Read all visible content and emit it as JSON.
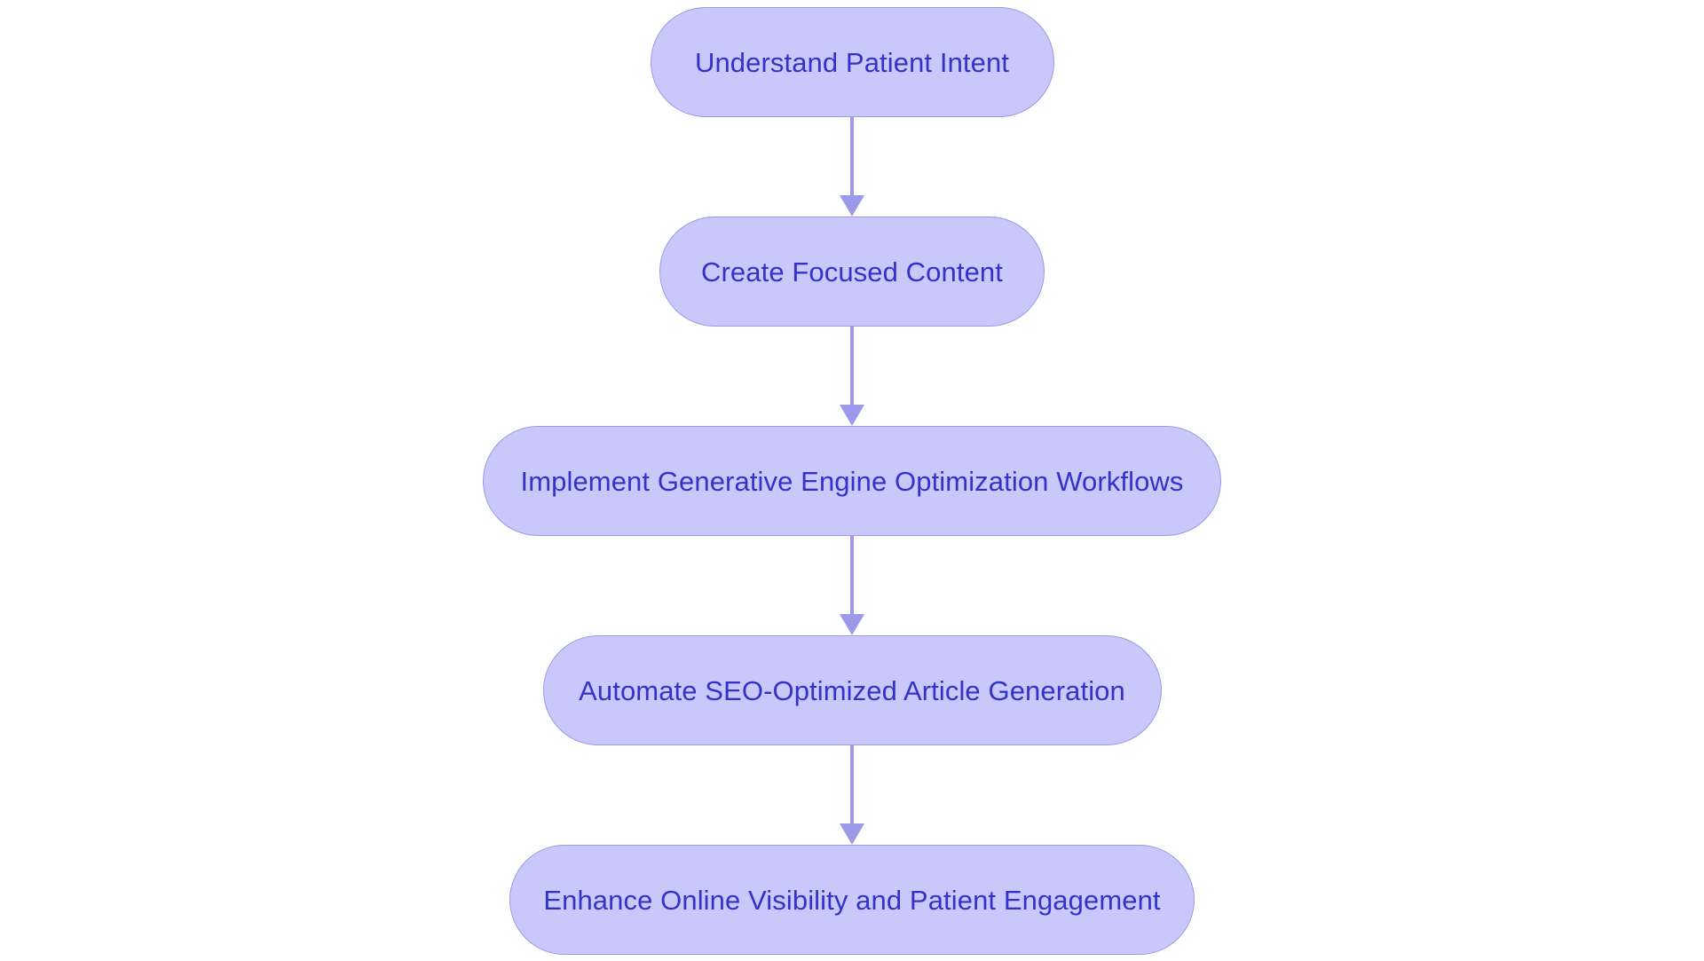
{
  "diagram": {
    "type": "flowchart",
    "orientation": "vertical",
    "background_color": "#ffffff",
    "node_fill_color": "#c8c8fa",
    "node_border_color": "#9a9ae8",
    "node_text_color": "#3333cc",
    "connector_color": "#9a9ae8",
    "nodes": [
      {
        "id": "n1",
        "label": "Understand Patient Intent"
      },
      {
        "id": "n2",
        "label": "Create Focused Content"
      },
      {
        "id": "n3",
        "label": "Implement Generative Engine Optimization Workflows"
      },
      {
        "id": "n4",
        "label": "Automate SEO-Optimized Article Generation"
      },
      {
        "id": "n5",
        "label": "Enhance Online Visibility and Patient Engagement"
      }
    ],
    "edges": [
      {
        "id": "e1",
        "from": "n1",
        "to": "n2",
        "style": "arrow-down"
      },
      {
        "id": "e2",
        "from": "n2",
        "to": "n3",
        "style": "arrow-down"
      },
      {
        "id": "e3",
        "from": "n3",
        "to": "n4",
        "style": "arrow-down"
      },
      {
        "id": "e4",
        "from": "n4",
        "to": "n5",
        "style": "arrow-down"
      }
    ]
  }
}
